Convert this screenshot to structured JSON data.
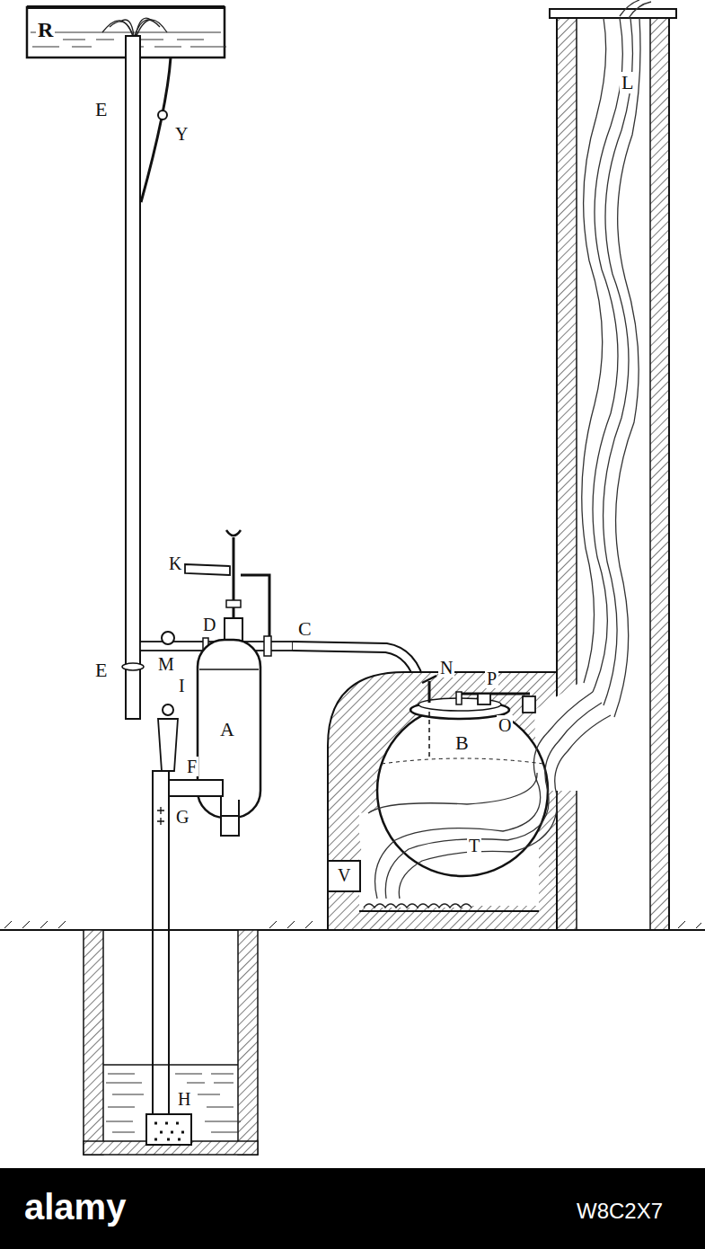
{
  "diagram": {
    "labels": [
      "R",
      "E",
      "Y",
      "K",
      "C",
      "M",
      "D",
      "N",
      "P",
      "O",
      "B",
      "L",
      "E",
      "I",
      "A",
      "F",
      "G",
      "T",
      "V",
      "H",
      "alamy",
      "W8C2X7"
    ]
  }
}
